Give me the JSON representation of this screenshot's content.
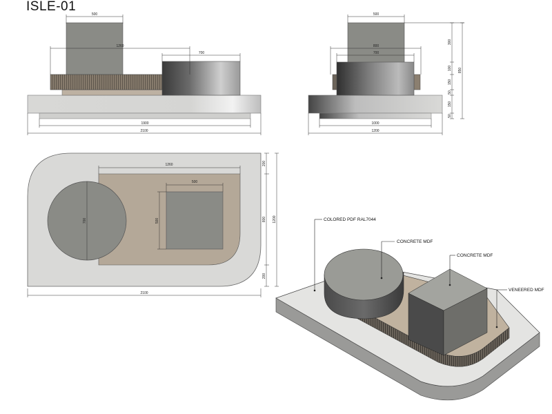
{
  "sheet": {
    "title": "ISLE-01"
  },
  "front_view": {
    "dims": {
      "cube_w": "500",
      "veneer_w": "1260",
      "cyl_w": "700",
      "inner_w": "1900",
      "total_w": "2100"
    }
  },
  "side_view": {
    "dims": {
      "cube_w": "500",
      "base_top_w": "800",
      "cyl_w": "700",
      "inner_w": "1000",
      "total_w": "1200",
      "h_cube": "300",
      "h_cyl": "100",
      "h_veneer": "150",
      "h_gap": "50",
      "h_slab": "150",
      "h_plinth": "50",
      "h_total": "850"
    }
  },
  "plan_view": {
    "dims": {
      "veneer_w": "1260",
      "cube_w": "500",
      "cube_h": "500",
      "circle_d": "700",
      "top": "200",
      "mid": "800",
      "bottom": "200",
      "overall_h": "1200",
      "overall_w": "2100"
    }
  },
  "iso_view": {
    "labels": {
      "colored": "COLORED PDF RAL7044",
      "concrete_1": "CONCRETE MDF",
      "concrete_2": "CONCRETE MDF",
      "veneered": "VENEERED MDF"
    }
  },
  "colors": {
    "concrete": "#8a8b86",
    "slab": "#d8d8d6",
    "veneer": "#b4a898",
    "dark": "#3b3b3b"
  }
}
